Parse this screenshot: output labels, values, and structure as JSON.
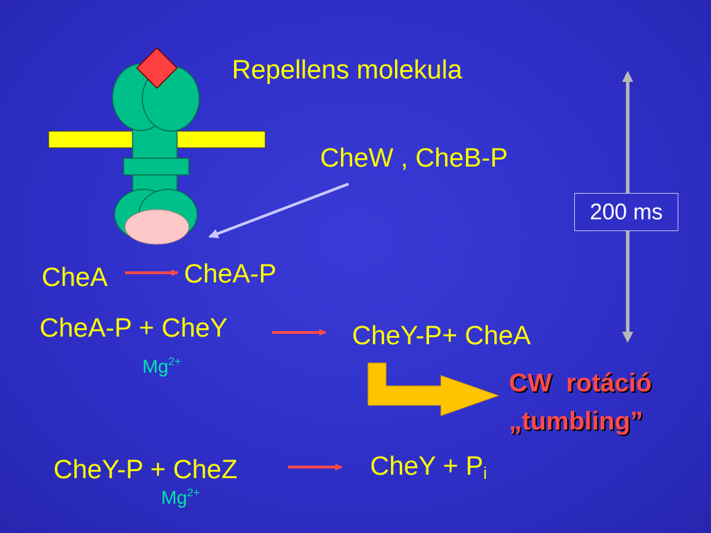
{
  "title": "Repellens molekula",
  "signal_label": "CheW , CheB-P",
  "reaction1": {
    "left": "CheA",
    "right": "CheA-P"
  },
  "reaction2": {
    "left": "CheA-P + CheY",
    "right": "CheY-P+ CheA",
    "cofactor": "Mg",
    "cofactor_charge": "2+"
  },
  "outcome": {
    "line1": "CW  rotáció",
    "line2": "„tumbling”"
  },
  "reaction3": {
    "left": "CheY-P + CheZ",
    "right_main": "CheY + P",
    "right_sub": "i",
    "cofactor": "Mg",
    "cofactor_charge": "2+"
  },
  "timescale": "200 ms",
  "colors": {
    "background": "#2f2fc8",
    "text": "#ffff00",
    "cofactor": "#00e6a8",
    "highlight": "#ff4a4a",
    "receptor": "#00c08a",
    "membrane": "#ffff00",
    "ligand": "#ff4040",
    "chea_domain": "#ffc8c8",
    "big_arrow": "#ffc400"
  }
}
